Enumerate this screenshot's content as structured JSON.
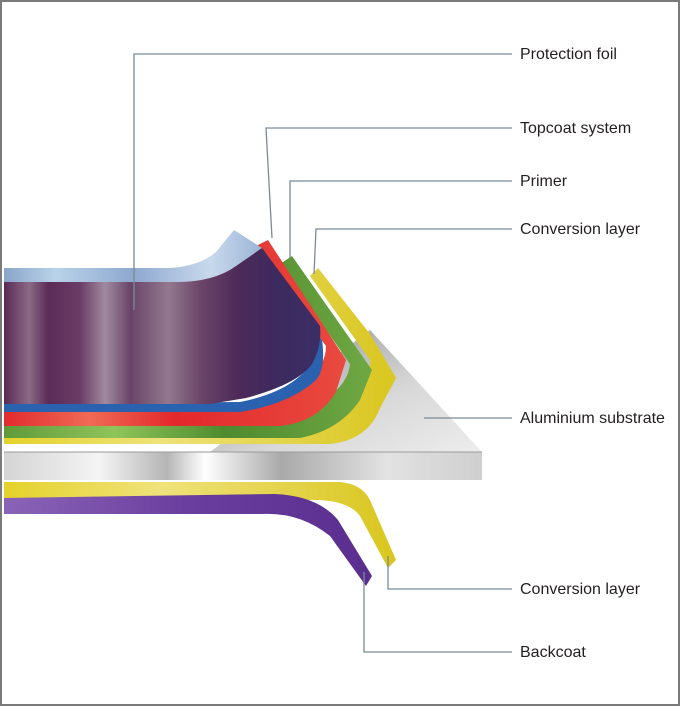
{
  "diagram": {
    "labels": {
      "protection_foil": "Protection foil",
      "topcoat_system": "Topcoat system",
      "primer": "Primer",
      "conversion_layer_top": "Conversion layer",
      "aluminium_substrate": "Aluminium substrate",
      "conversion_layer_bottom": "Conversion layer",
      "backcoat": "Backcoat"
    },
    "colors": {
      "protection_foil": "#6e3f62",
      "foil_edge": "#a9c6df",
      "blue_line": "#2a62b0",
      "topcoat": "#e8343a",
      "primer": "#5f9a3a",
      "conversion": "#e6d52e",
      "substrate": "#c9c9c9",
      "backcoat": "#7a4fa6",
      "leader_line": "#7b8a96",
      "frame": "#7a7a7a"
    }
  }
}
